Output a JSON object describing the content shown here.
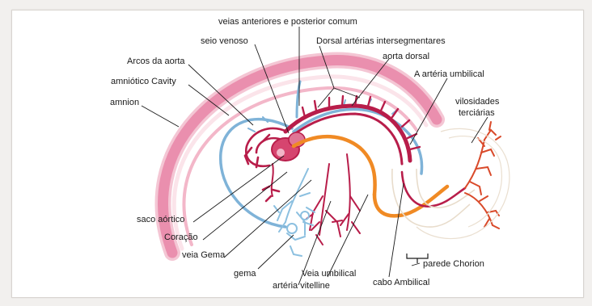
{
  "labels": {
    "veias_anteriores": "veias anteriores e posterior comum",
    "seio_venoso": "seio venoso",
    "dorsal_arterias": "Dorsal artérias intersegmentares",
    "aorta_dorsal": "aorta dorsal",
    "arcos_aorta": "Arcos da aorta",
    "amniotico_cavity": "amniótico Cavity",
    "arteria_umbilical": "A artéria umbilical",
    "amnion": "amnion",
    "vilosidades_1": "vilosidades",
    "vilosidades_2": "terciárias",
    "saco_aortico": "saco aórtico",
    "coracao": "Coração",
    "veia_gema": "veia Gema",
    "parede_chorion": "parede Chorion",
    "gema": "gema",
    "veia_umbilical": "Veia umbilical",
    "cabo_ambilical": "cabo Ambilical",
    "arteria_vitelline": "artéria vitelline"
  },
  "colors": {
    "artery": "#b81d4a",
    "vein_blue": "#7fb3d8",
    "umbilical_vein": "#f08a24",
    "amnion_pink": "#ee9fb8",
    "chorion_red": "#d94a2a",
    "yolk_blue": "#8cc0e0",
    "membrane": "#e8dccb"
  }
}
